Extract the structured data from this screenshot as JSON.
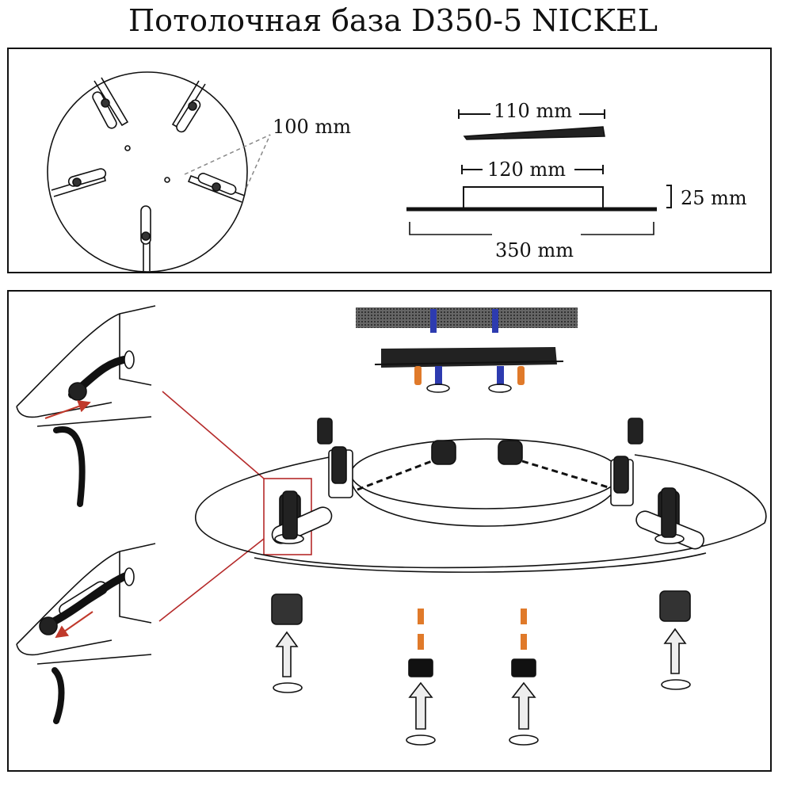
{
  "title": "Потолочная база D350-5 NICKEL",
  "dimensions": {
    "hole_spacing": "100 mm",
    "bracket_length": "110 mm",
    "cup_width": "120 mm",
    "height": "25 mm",
    "base_diameter": "350 mm"
  },
  "colors": {
    "outline": "#111111",
    "cable_arrow": "#c0392b",
    "screw_blue": "#2d3bb0",
    "anchor_orange": "#e07a2a",
    "pointer_red": "#b52a2a"
  }
}
